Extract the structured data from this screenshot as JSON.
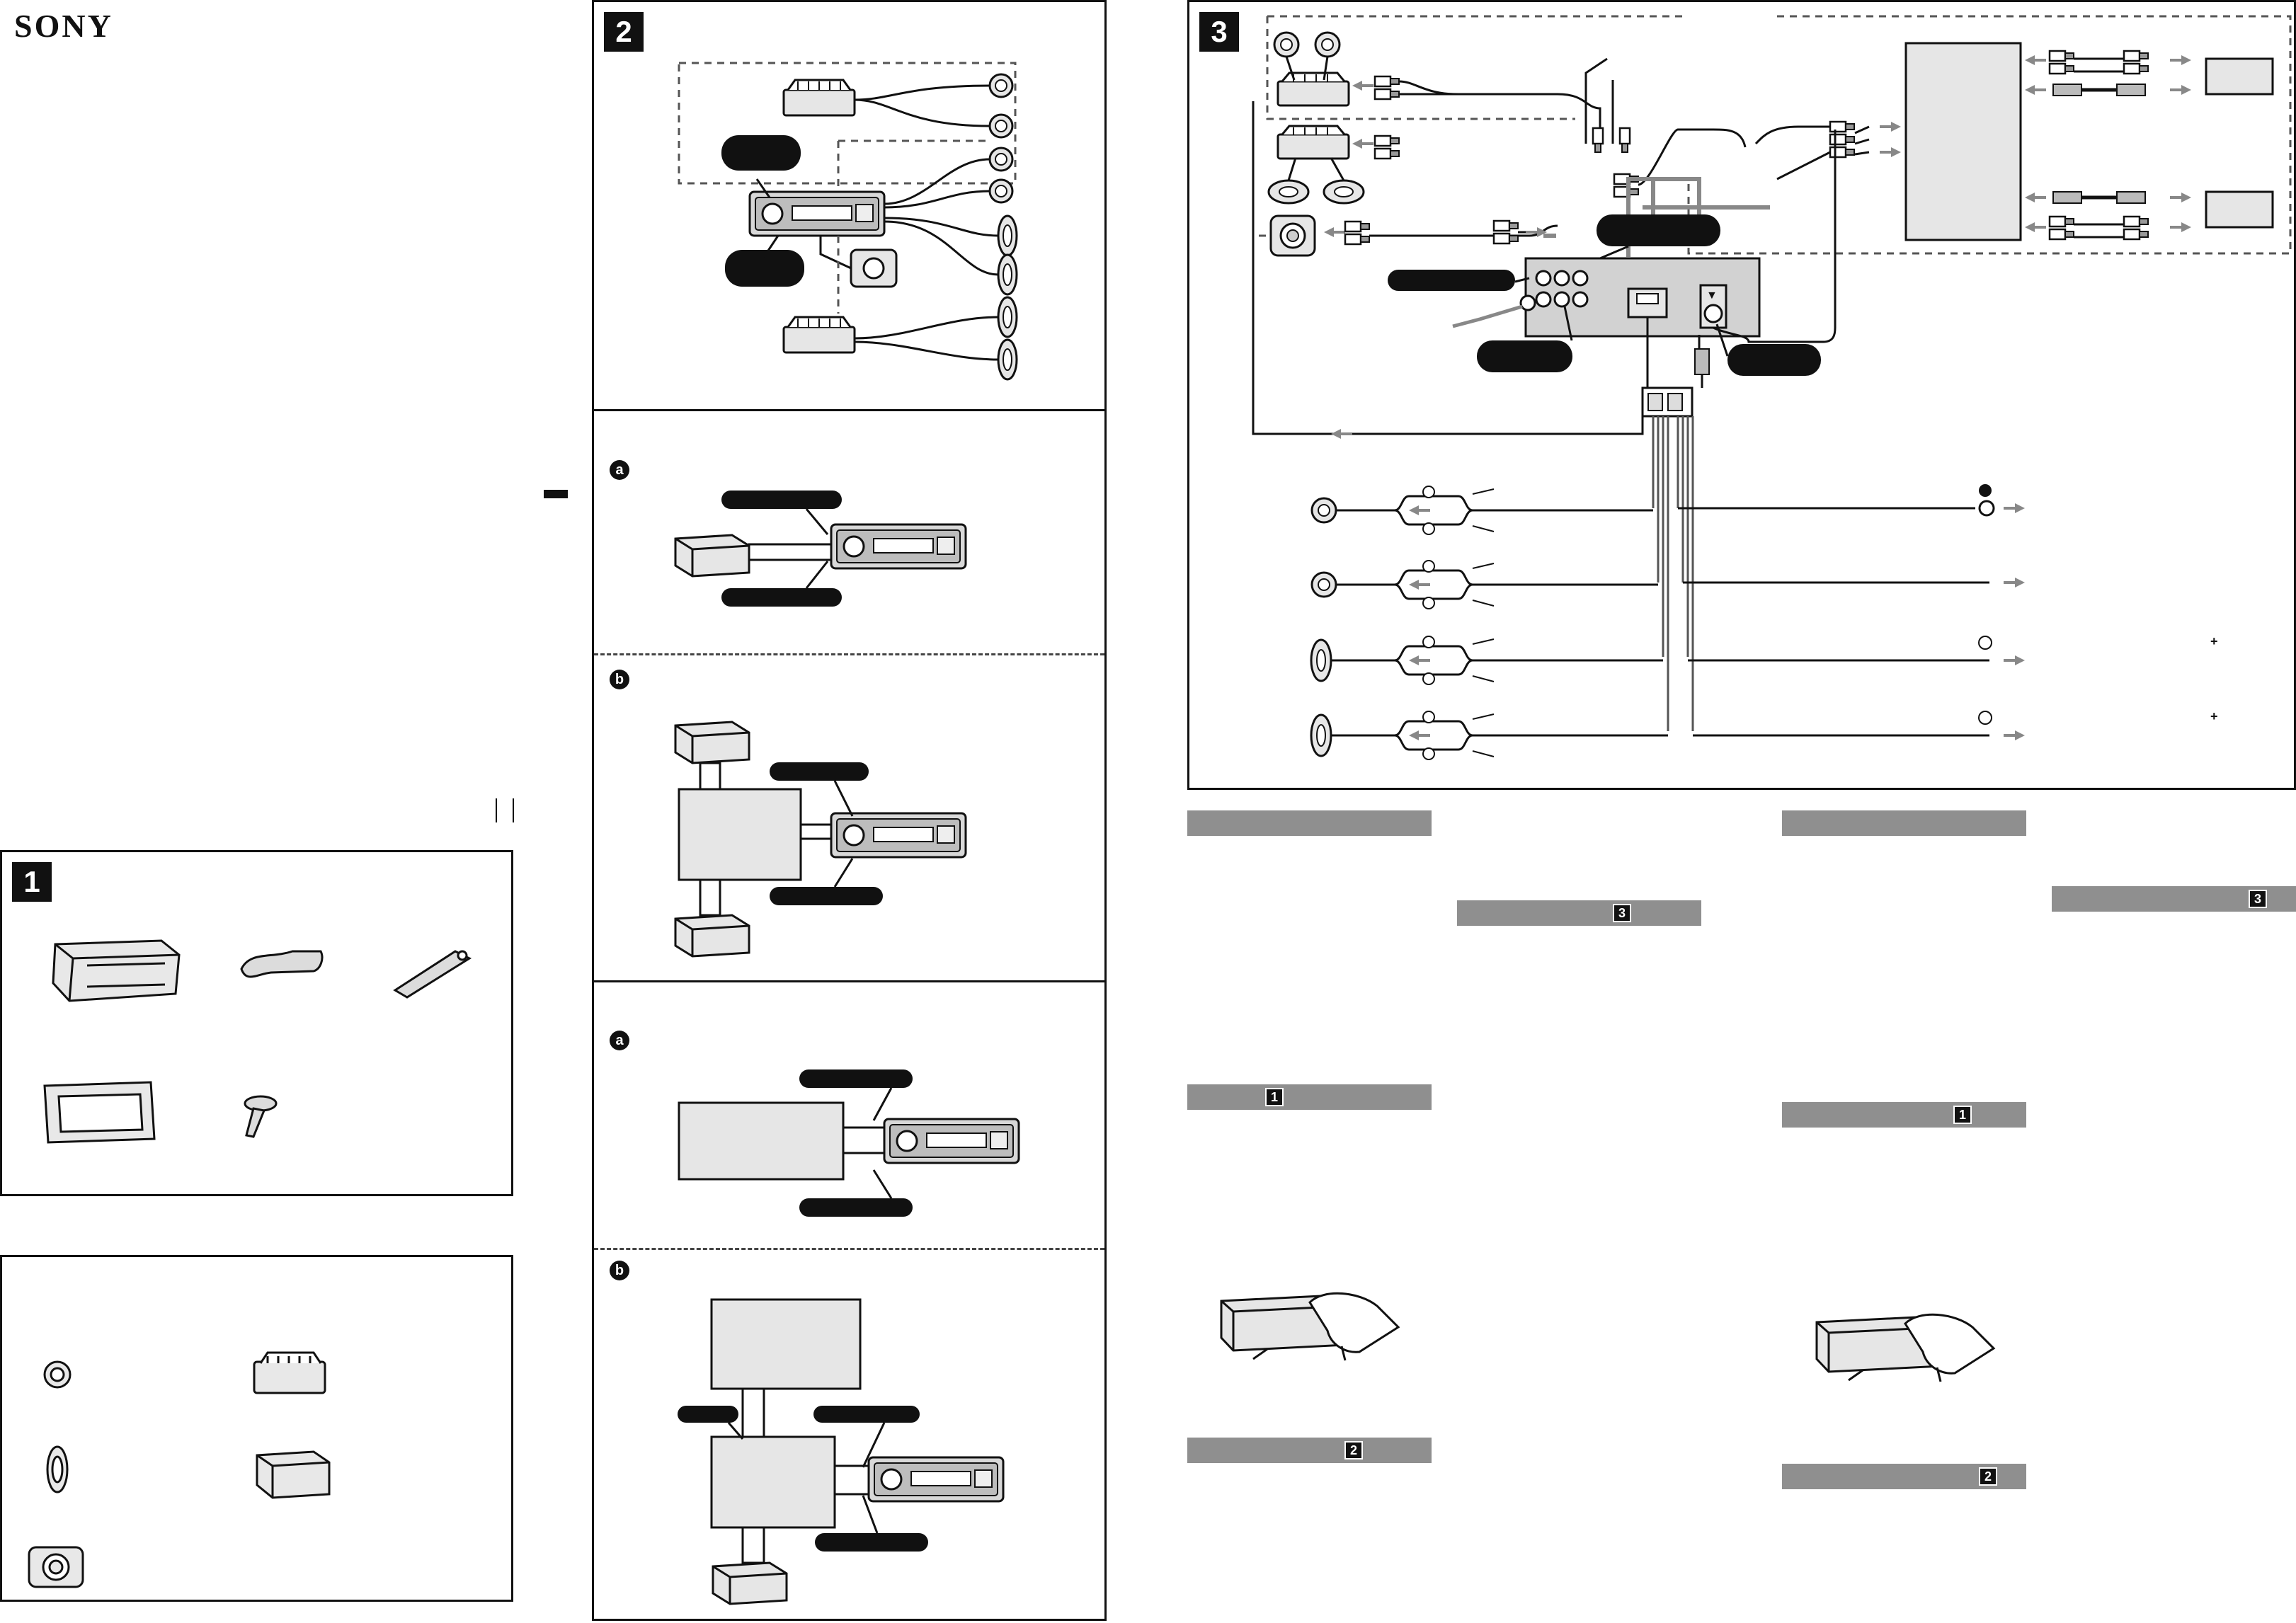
{
  "brand": "SONY",
  "panel1": {
    "number": "1"
  },
  "panel2": {
    "number": "2"
  },
  "panel3": {
    "number": "3"
  },
  "steps": {
    "a": "a",
    "b": "b"
  },
  "panel3_symbols": {
    "plus": "+",
    "minus": "−",
    "arrow": "▼"
  },
  "section_bars": [
    {
      "number": ""
    },
    {
      "number": "3"
    },
    {
      "number": "1"
    },
    {
      "number": "2"
    },
    {
      "number": ""
    },
    {
      "number": "3"
    },
    {
      "number": "1"
    },
    {
      "number": "2"
    }
  ]
}
